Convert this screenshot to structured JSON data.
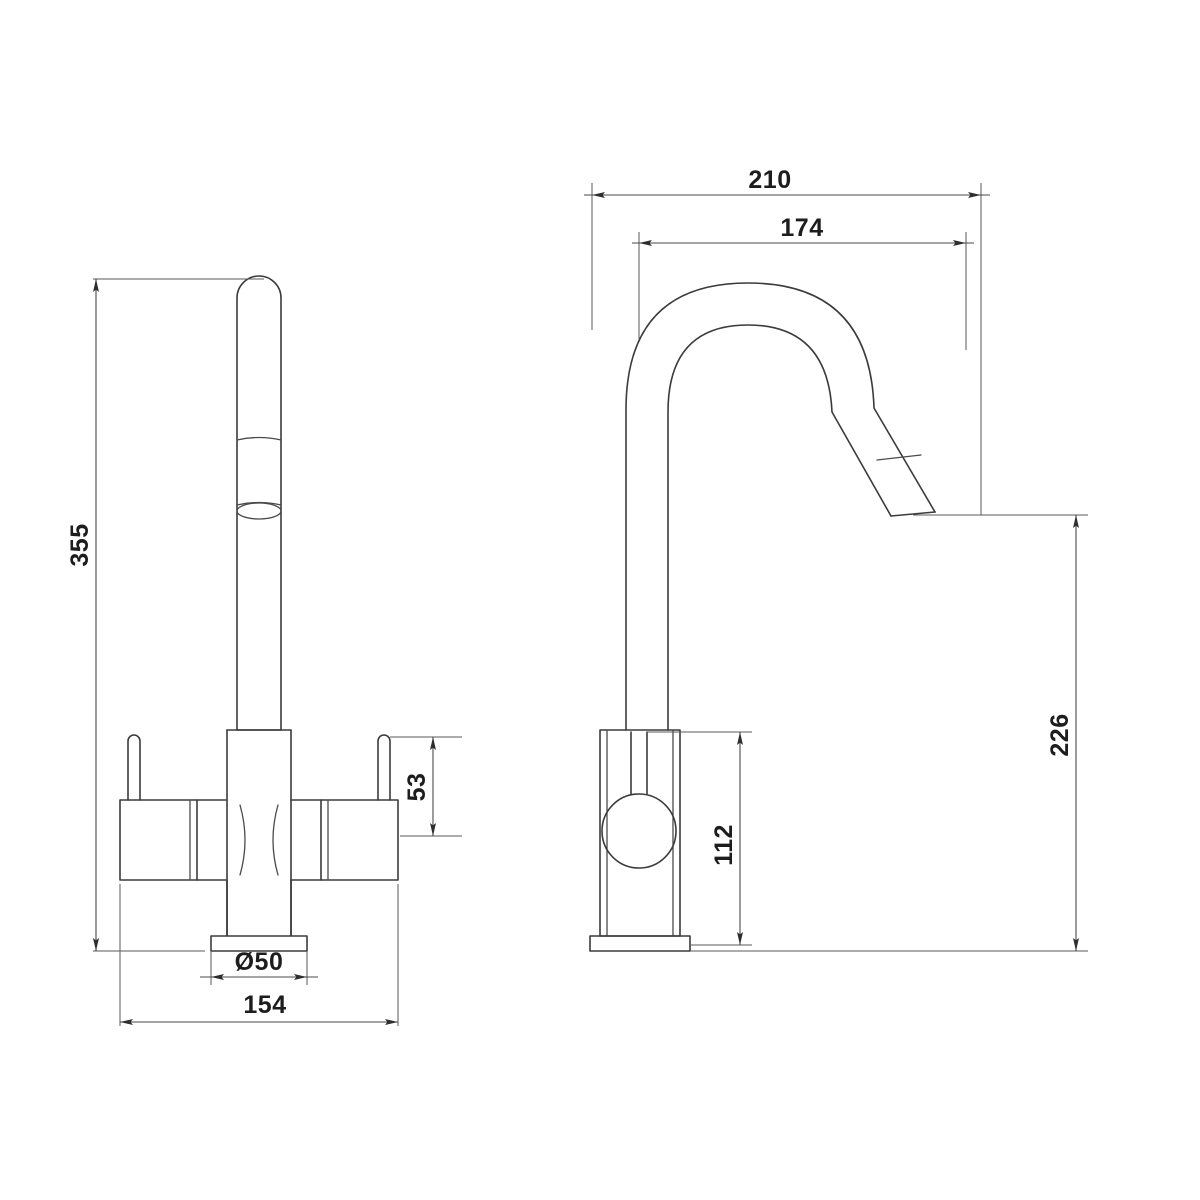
{
  "drawing": {
    "title": "Kitchen mixer tap technical dimension drawing",
    "units": "mm",
    "line_color": "#3b3b3b",
    "background_color": "#ffffff",
    "views": [
      {
        "name": "front-elevation",
        "position": "left"
      },
      {
        "name": "side-elevation",
        "position": "right"
      }
    ]
  },
  "dimensions": {
    "overall_height": "355",
    "overall_width": "154",
    "base_diameter": "Ø50",
    "handle_offset_height": "53",
    "spout_reach_total": "210",
    "spout_reach_inner": "174",
    "spout_outlet_height": "226",
    "handle_centre_height": "112"
  },
  "labels": {
    "height_355": "355",
    "width_154": "154",
    "diameter_50": "Ø50",
    "height_53": "53",
    "reach_210": "210",
    "reach_174": "174",
    "height_226": "226",
    "height_112": "112"
  }
}
